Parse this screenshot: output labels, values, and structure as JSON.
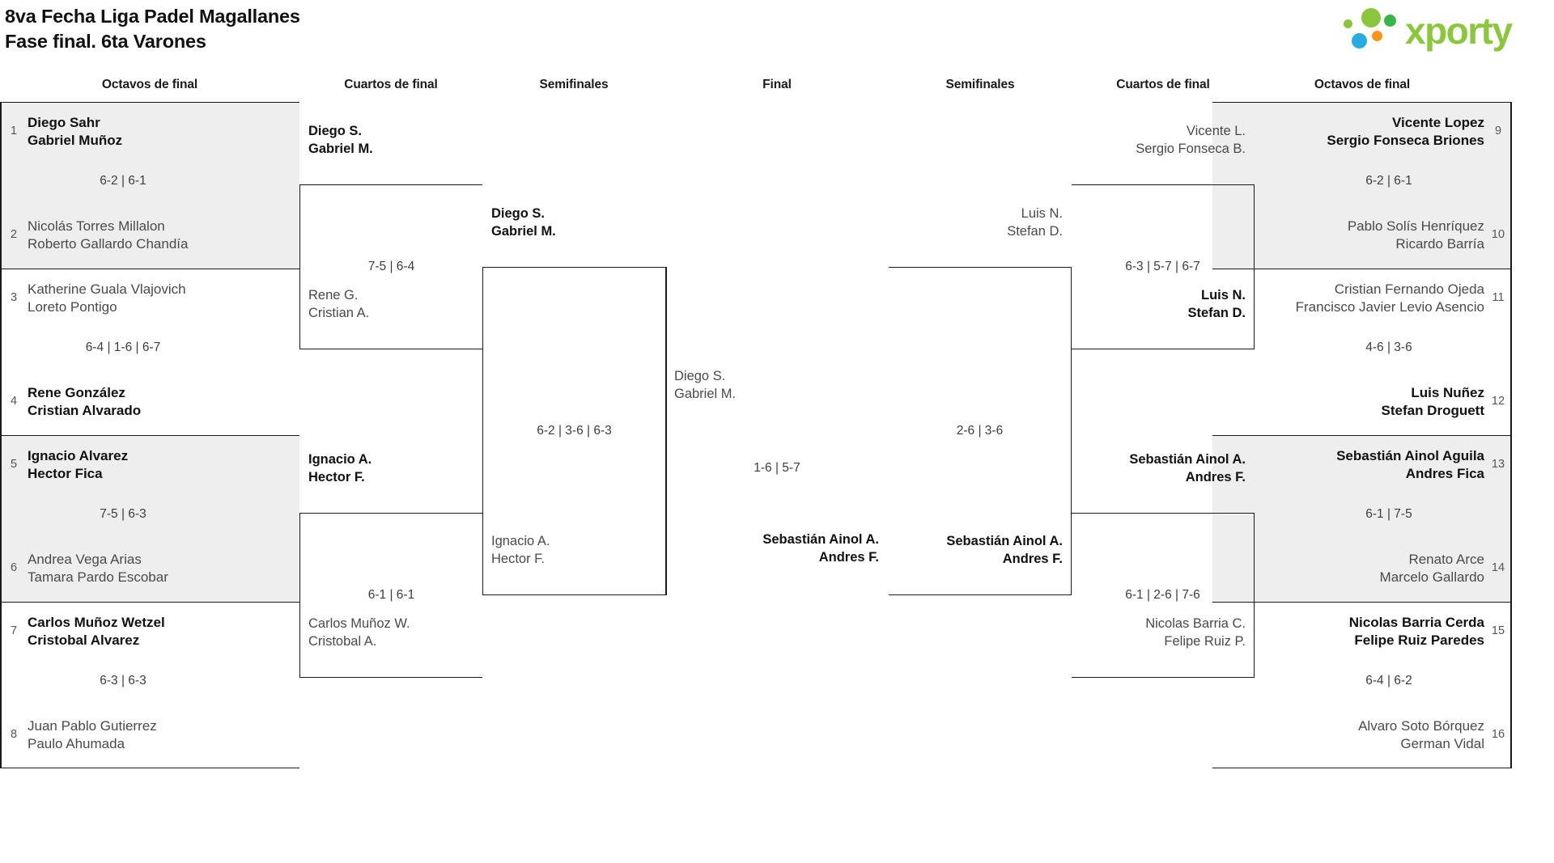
{
  "header": {
    "title_line1": "8va Fecha Liga Padel Magallanes",
    "title_line2": "Fase final. 6ta Varones",
    "logo_text": "xporty",
    "logo_colors": {
      "green": "#8cc63e",
      "blue": "#29abe2",
      "orange": "#f7941e",
      "dark_green": "#39b54a"
    }
  },
  "round_headers": {
    "octavos_left": "Octavos de final",
    "cuartos_left": "Cuartos de final",
    "semis_left": "Semifinales",
    "final": "Final",
    "semis_right": "Semifinales",
    "cuartos_right": "Cuartos de final",
    "octavos_right": "Octavos de final"
  },
  "bracket": {
    "left_octavos": [
      {
        "shaded": true,
        "top": {
          "seed": "1",
          "p1": "Diego Sahr",
          "p2": "Gabriel Muñoz",
          "winner": true
        },
        "bottom": {
          "seed": "2",
          "p1": "Nicolás Torres Millalon",
          "p2": "Roberto Gallardo Chandía",
          "winner": false
        },
        "score": "6-2 | 6-1"
      },
      {
        "shaded": false,
        "top": {
          "seed": "3",
          "p1": "Katherine Guala Vlajovich",
          "p2": "Loreto Pontigo",
          "winner": false
        },
        "bottom": {
          "seed": "4",
          "p1": "Rene González",
          "p2": "Cristian Alvarado",
          "winner": true
        },
        "score": "6-4 | 1-6 | 6-7"
      },
      {
        "shaded": true,
        "top": {
          "seed": "5",
          "p1": "Ignacio Alvarez",
          "p2": "Hector Fica",
          "winner": true
        },
        "bottom": {
          "seed": "6",
          "p1": "Andrea Vega Arias",
          "p2": "Tamara Pardo Escobar",
          "winner": false
        },
        "score": "7-5 | 6-3"
      },
      {
        "shaded": false,
        "top": {
          "seed": "7",
          "p1": "Carlos Muñoz Wetzel",
          "p2": "Cristobal Alvarez",
          "winner": true
        },
        "bottom": {
          "seed": "8",
          "p1": "Juan Pablo Gutierrez",
          "p2": "Paulo Ahumada",
          "winner": false
        },
        "score": "6-3 | 6-3"
      }
    ],
    "right_octavos": [
      {
        "shaded": true,
        "top": {
          "seed": "9",
          "p1": "Vicente Lopez",
          "p2": "Sergio Fonseca Briones",
          "winner": true
        },
        "bottom": {
          "seed": "10",
          "p1": "Pablo Solís Henríquez",
          "p2": "Ricardo Barría",
          "winner": false
        },
        "score": "6-2 | 6-1"
      },
      {
        "shaded": false,
        "top": {
          "seed": "11",
          "p1": "Cristian Fernando Ojeda",
          "p2": "Francisco Javier Levio Asencio",
          "winner": false
        },
        "bottom": {
          "seed": "12",
          "p1": "Luis Nuñez",
          "p2": "Stefan Droguett",
          "winner": true
        },
        "score": "4-6 | 3-6"
      },
      {
        "shaded": true,
        "top": {
          "seed": "13",
          "p1": "Sebastián Ainol Aguila",
          "p2": "Andres Fica",
          "winner": true
        },
        "bottom": {
          "seed": "14",
          "p1": "Renato Arce",
          "p2": "Marcelo Gallardo",
          "winner": false
        },
        "score": "6-1 | 7-5"
      },
      {
        "shaded": false,
        "top": {
          "seed": "15",
          "p1": "Nicolas Barria Cerda",
          "p2": "Felipe Ruiz Paredes",
          "winner": true
        },
        "bottom": {
          "seed": "16",
          "p1": "Alvaro Soto Bórquez",
          "p2": "German Vidal",
          "winner": false
        },
        "score": "6-4 | 6-2"
      }
    ],
    "left_cuartos": [
      {
        "score": "7-5 | 6-4",
        "top": {
          "p1": "Diego S.",
          "p2": "Gabriel M.",
          "winner": true
        },
        "bottom": {
          "p1": "Rene G.",
          "p2": "Cristian A.",
          "winner": false
        }
      },
      {
        "score": "6-1 | 6-1",
        "top": {
          "p1": "Ignacio A.",
          "p2": "Hector F.",
          "winner": true
        },
        "bottom": {
          "p1": "Carlos Muñoz W.",
          "p2": "Cristobal A.",
          "winner": false
        }
      }
    ],
    "right_cuartos": [
      {
        "score": "6-3 | 5-7 | 6-7",
        "top": {
          "p1": "Vicente L.",
          "p2": "Sergio Fonseca B.",
          "winner": false
        },
        "bottom": {
          "p1": "Luis N.",
          "p2": "Stefan D.",
          "winner": true
        }
      },
      {
        "score": "6-1 | 2-6 | 7-6",
        "top": {
          "p1": "Sebastián Ainol A.",
          "p2": "Andres F.",
          "winner": true
        },
        "bottom": {
          "p1": "Nicolas Barria C.",
          "p2": "Felipe Ruiz P.",
          "winner": false
        }
      }
    ],
    "left_semis": [
      {
        "score": "6-2 | 3-6 | 6-3",
        "top": {
          "p1": "Diego S.",
          "p2": "Gabriel M.",
          "winner": true
        },
        "bottom": {
          "p1": "Ignacio A.",
          "p2": "Hector F.",
          "winner": false
        }
      }
    ],
    "right_semis": [
      {
        "score": "2-6 | 3-6",
        "top": {
          "p1": "Luis N.",
          "p2": "Stefan D.",
          "winner": false
        },
        "bottom": {
          "p1": "Sebastián Ainol A.",
          "p2": "Andres F.",
          "winner": true
        }
      }
    ],
    "final": {
      "score": "1-6 | 5-7",
      "top": {
        "p1": "Diego S.",
        "p2": "Gabriel M.",
        "winner": false
      },
      "bottom": {
        "p1": "Sebastián Ainol A.",
        "p2": "Andres F.",
        "winner": true
      }
    }
  }
}
